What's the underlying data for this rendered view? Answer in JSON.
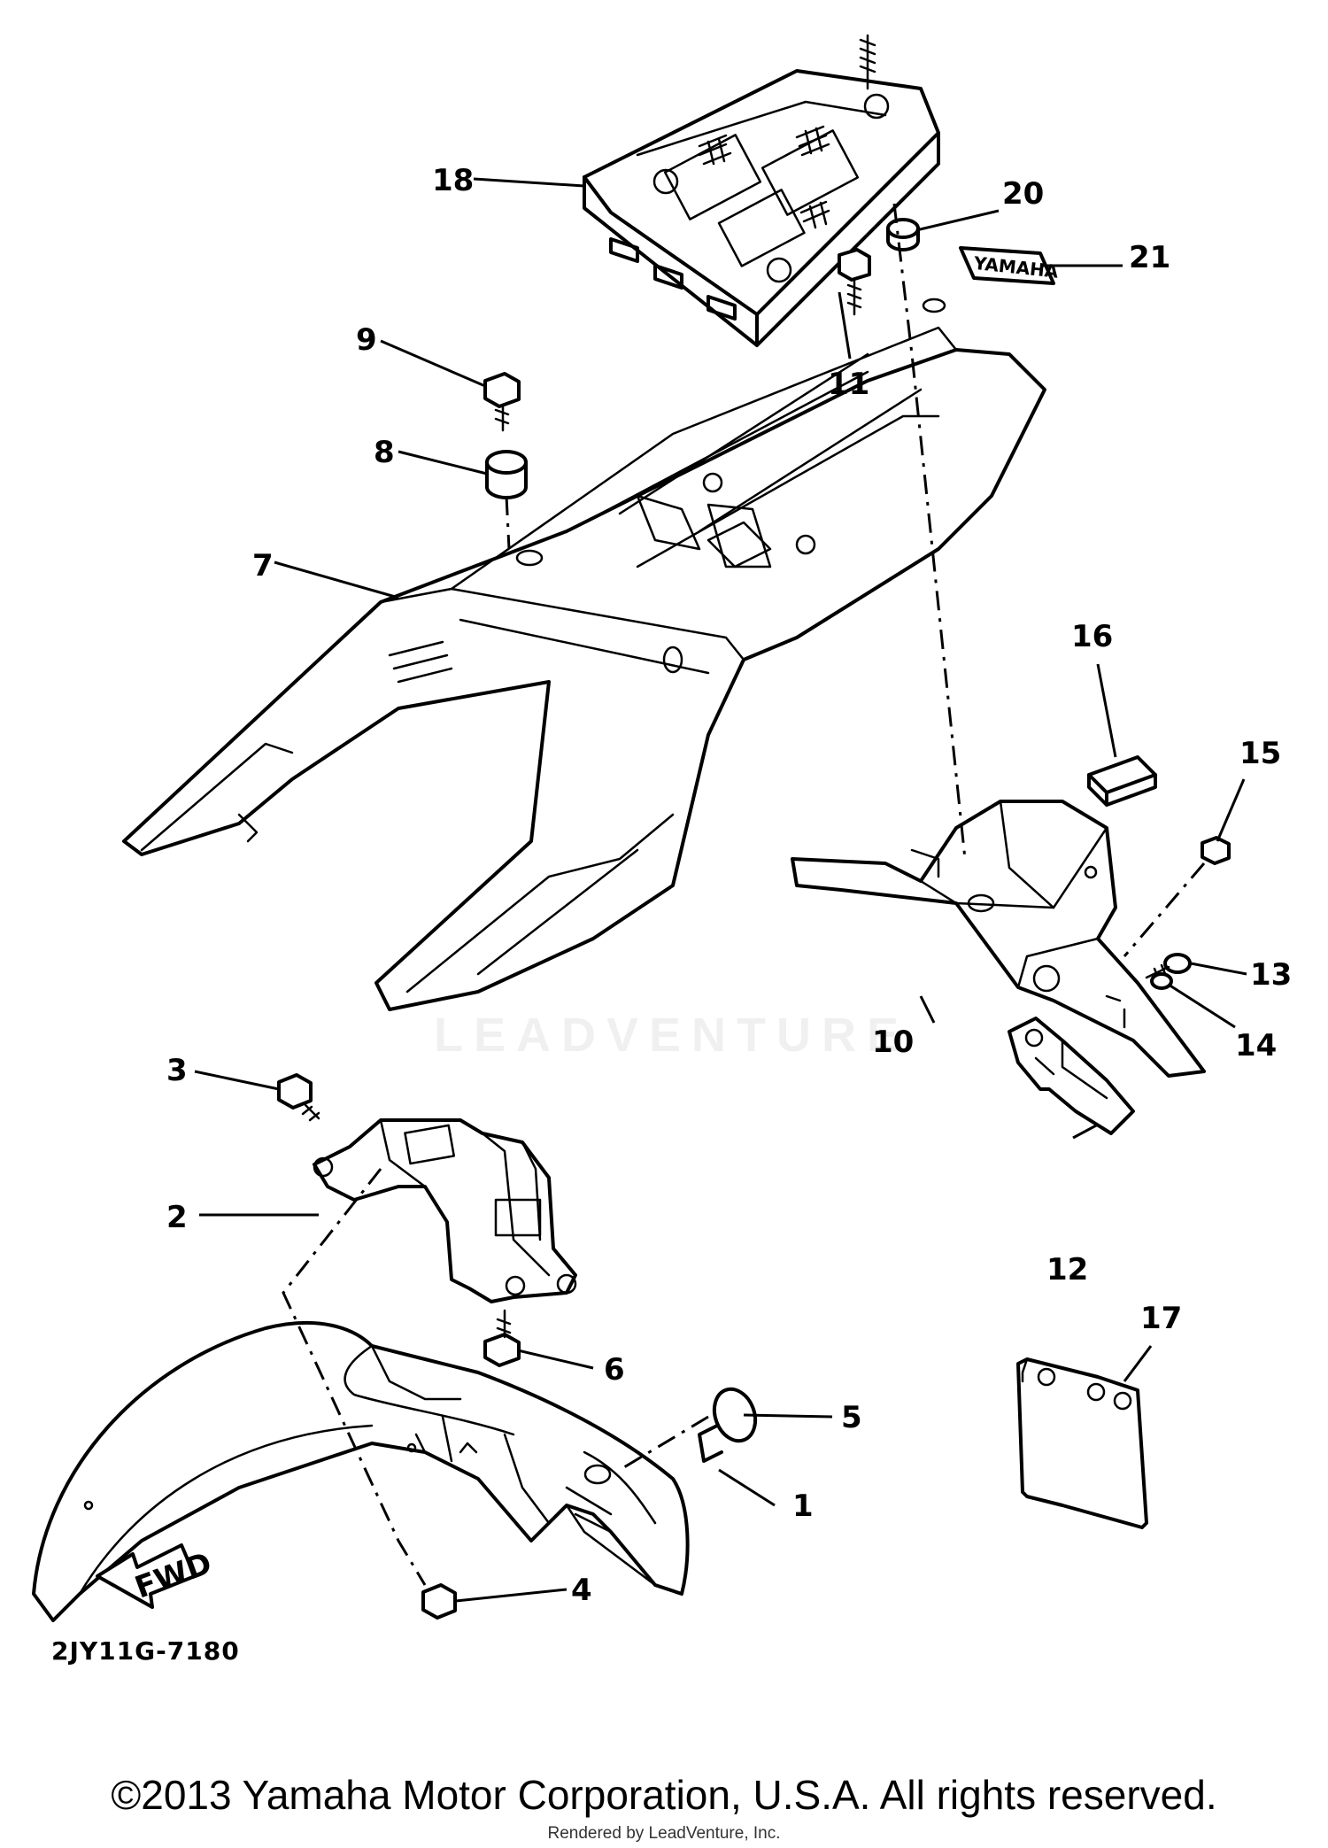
{
  "diagram": {
    "callouts": [
      {
        "id": "1",
        "label": "1"
      },
      {
        "id": "2",
        "label": "2"
      },
      {
        "id": "3",
        "label": "3"
      },
      {
        "id": "4",
        "label": "4"
      },
      {
        "id": "5",
        "label": "5"
      },
      {
        "id": "6",
        "label": "6"
      },
      {
        "id": "7",
        "label": "7"
      },
      {
        "id": "8",
        "label": "8"
      },
      {
        "id": "9",
        "label": "9"
      },
      {
        "id": "10",
        "label": "10"
      },
      {
        "id": "11",
        "label": "11"
      },
      {
        "id": "12",
        "label": "12"
      },
      {
        "id": "13",
        "label": "13"
      },
      {
        "id": "14",
        "label": "14"
      },
      {
        "id": "15",
        "label": "15"
      },
      {
        "id": "16",
        "label": "16"
      },
      {
        "id": "17",
        "label": "17"
      },
      {
        "id": "18",
        "label": "18"
      },
      {
        "id": "20",
        "label": "20"
      },
      {
        "id": "21",
        "label": "21"
      }
    ],
    "fwd_arrow_label": "FWD",
    "decal_text": "YAMAHA",
    "diagram_code": "2JY11G-7180",
    "watermark": "LEADVENTURE"
  },
  "footer": {
    "copyright": "©2013 Yamaha Motor Corporation, U.S.A. All rights reserved.",
    "rendered_by": "Rendered by LeadVenture, Inc."
  }
}
